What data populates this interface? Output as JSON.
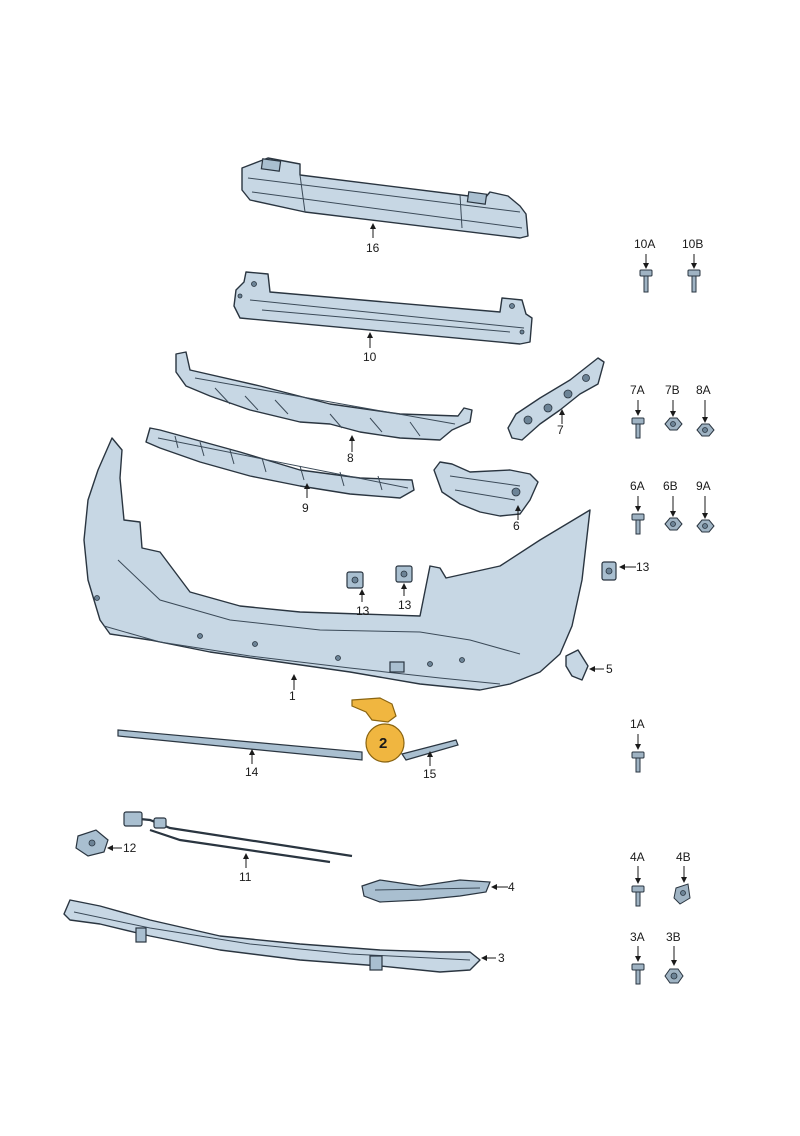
{
  "diagram": {
    "callouts": {
      "p1": "1",
      "p2": "2",
      "p3": "3",
      "p4": "4",
      "p5": "5",
      "p6": "6",
      "p7": "7",
      "p8": "8",
      "p9": "9",
      "p10": "10",
      "p11": "11",
      "p12": "12",
      "p13a": "13",
      "p13b": "13",
      "p13c": "13",
      "p14": "14",
      "p15": "15",
      "p16": "16"
    },
    "fasteners": {
      "f10A": "10A",
      "f10B": "10B",
      "f7A": "7A",
      "f7B": "7B",
      "f8A": "8A",
      "f6A": "6A",
      "f6B": "6B",
      "f9A": "9A",
      "f1A": "1A",
      "f4A": "4A",
      "f4B": "4B",
      "f3A": "3A",
      "f3B": "3B"
    },
    "colors": {
      "part_fill": "#c7d7e4",
      "outline": "#2a3540",
      "highlight": "#f0b640"
    }
  }
}
